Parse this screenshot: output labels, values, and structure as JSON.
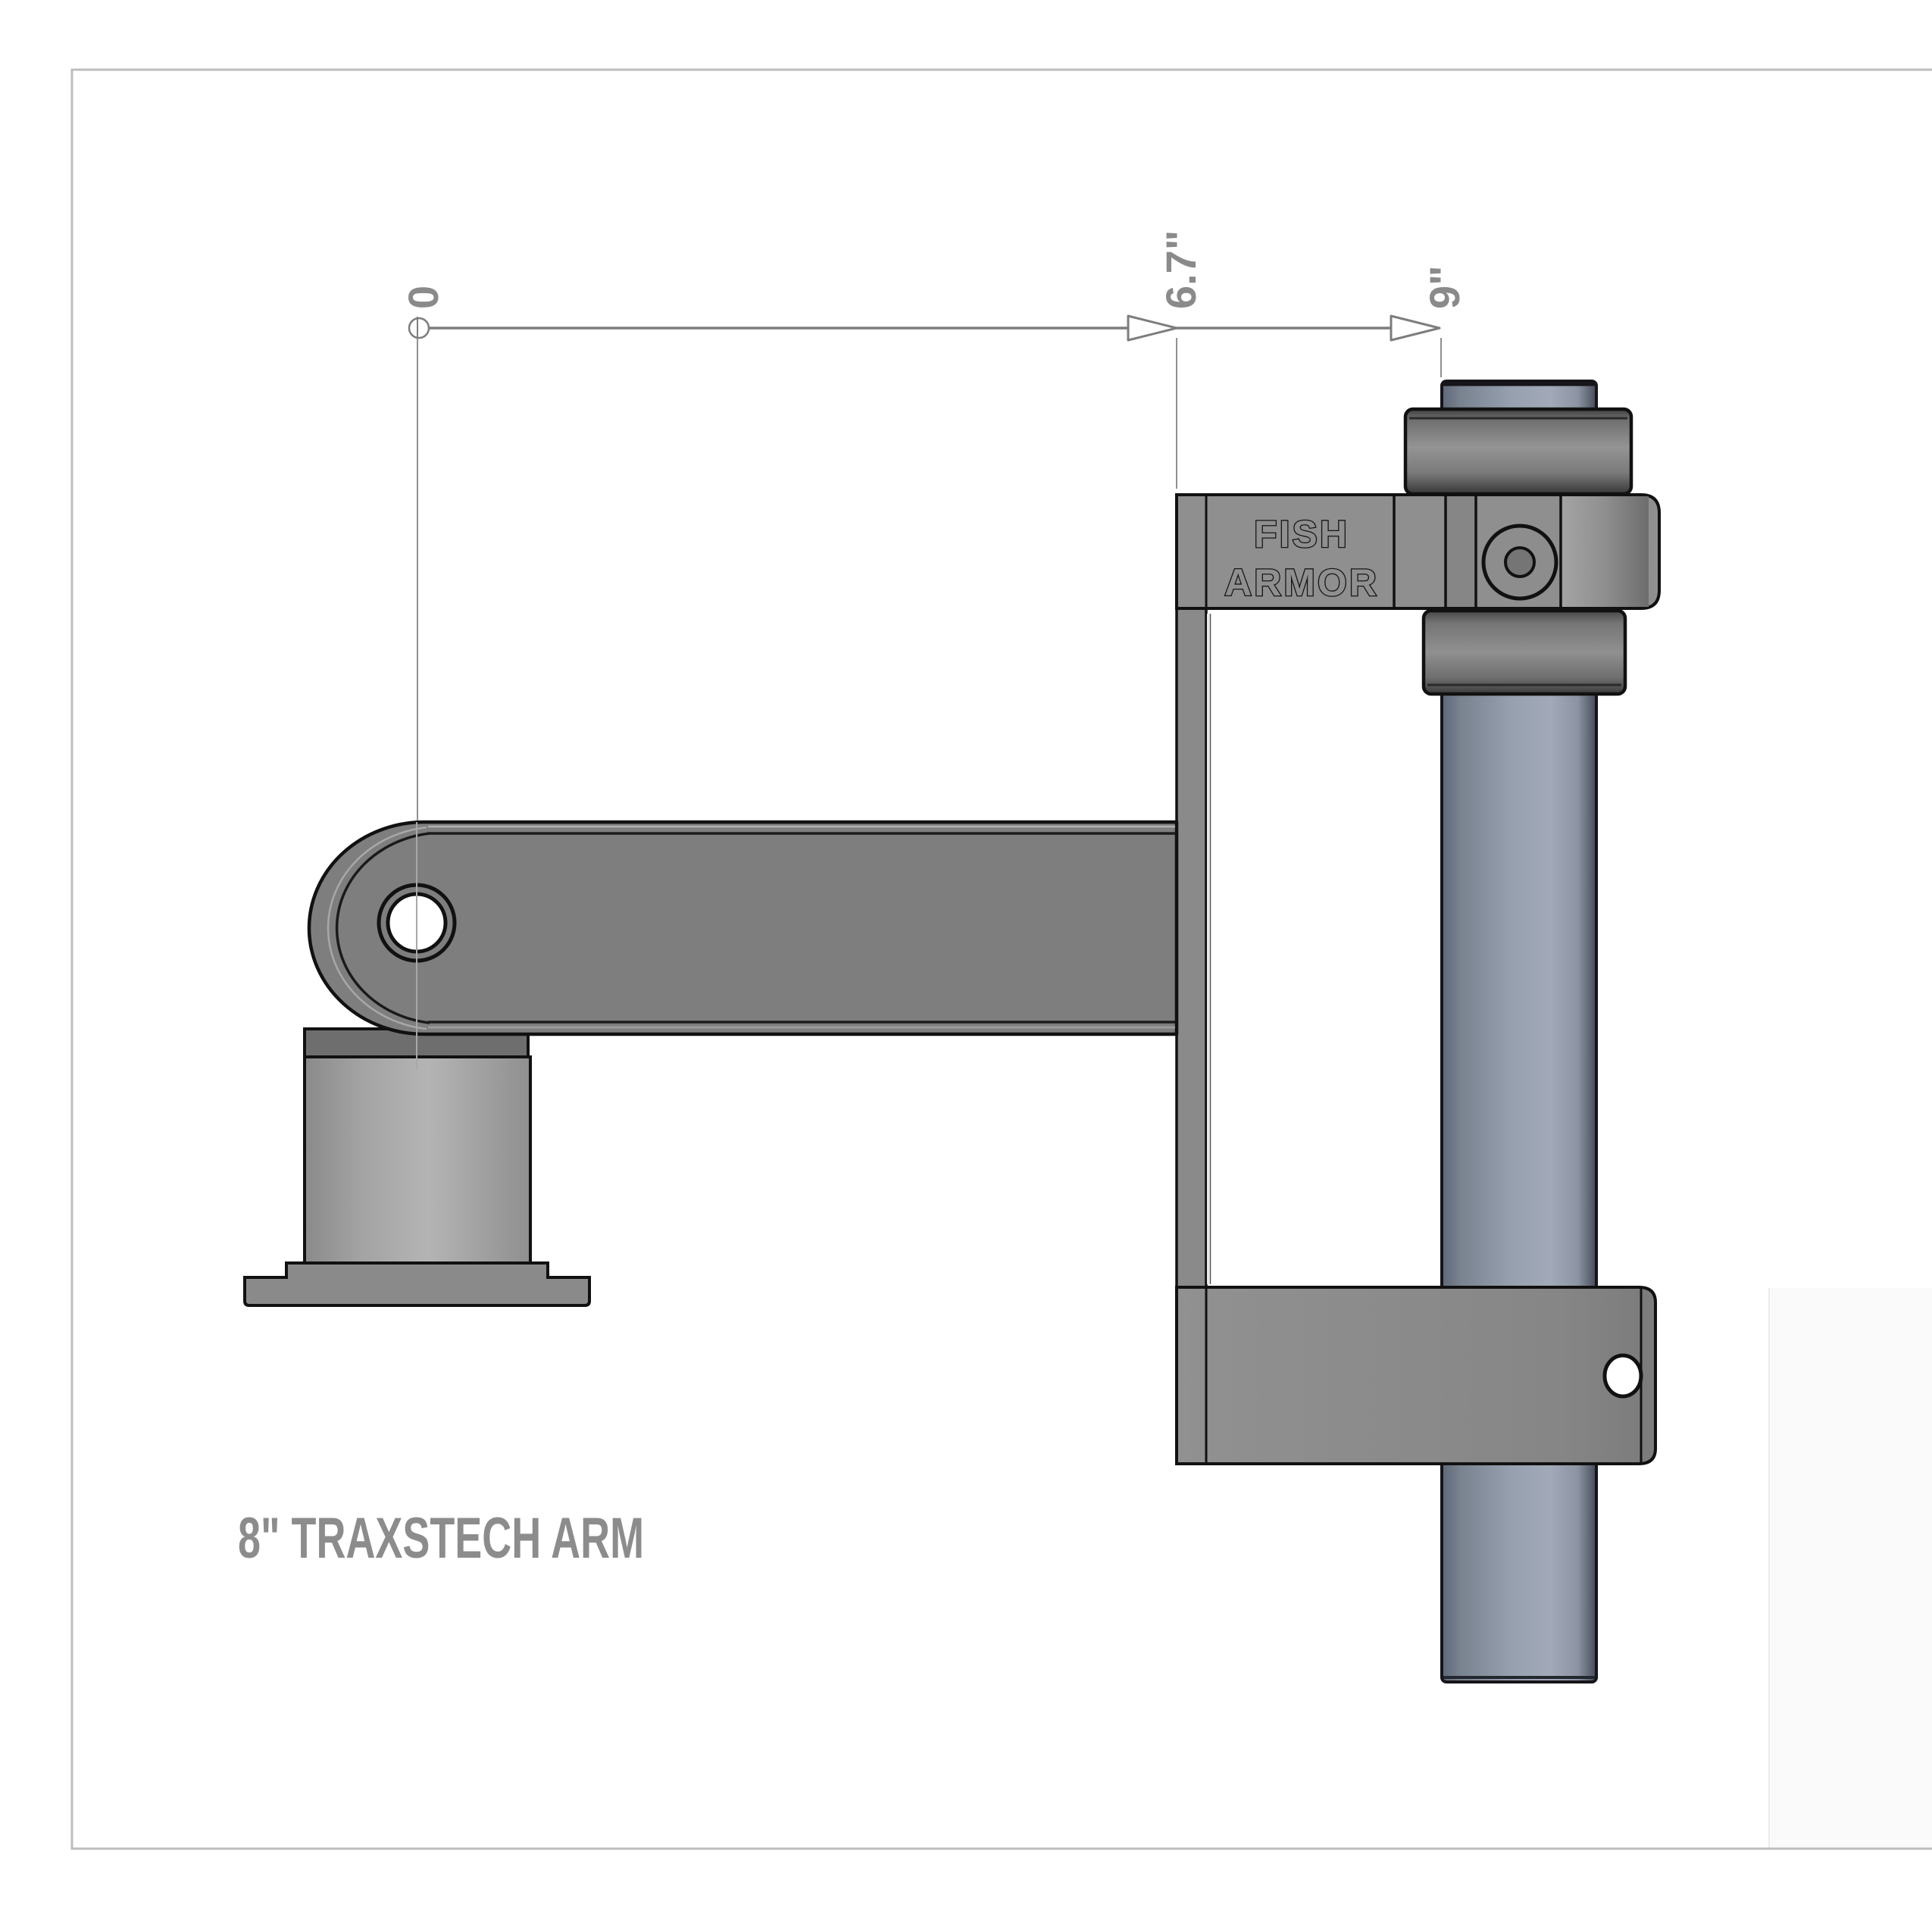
{
  "drawing": {
    "title": "8\" TRAXSTECH ARM",
    "type_note": "CAD ordinate-dimensioned side view"
  },
  "dimensions": {
    "origin_label": "0",
    "dim1_label": "6.7\"",
    "dim2_label": "9\""
  },
  "clamp": {
    "brand_line1": "FISH",
    "brand_line2": "ARMOR"
  },
  "colors": {
    "sheet_border": "#bdbdbd",
    "dimension_gray": "#7d7d7d",
    "label_gray": "#8a8a8a",
    "title_gray": "#8c8c8c",
    "outline_black": "#131313",
    "arm_gray": "#7e7e7e",
    "plate_gray": "#8a8a8a",
    "band_gray": "#8f8f8f",
    "collar_dark_gray": "#5a5a5a",
    "pedestal_light_gray": "#b0b0b0",
    "rod_blue_gray": "#97a0af"
  }
}
